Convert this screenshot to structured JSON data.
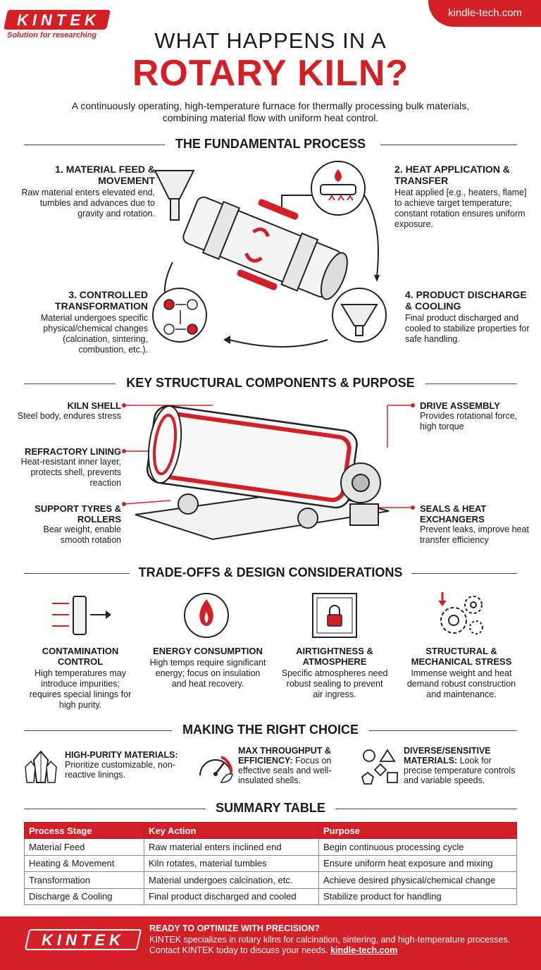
{
  "brand": {
    "logo": "KINTEK",
    "tagline": "Solution for researching",
    "site": "kindle-tech.com"
  },
  "header": {
    "title_line1": "WHAT HAPPENS IN A",
    "title_line2": "ROTARY KILN?",
    "subtitle": "A continuously operating, high-temperature furnace for thermally processing bulk materials, combining material flow with uniform heat control."
  },
  "process": {
    "heading": "THE FUNDAMENTAL PROCESS",
    "steps": [
      {
        "title": "1. MATERIAL FEED & MOVEMENT",
        "body": "Raw material enters elevated end, tumbles and advances due to gravity and rotation."
      },
      {
        "title": "2. HEAT APPLICATION & TRANSFER",
        "body": "Heat applied [e.g., heaters, flame] to achieve target temperature; constant rotation ensures uniform exposure."
      },
      {
        "title": "3. CONTROLLED TRANSFORMATION",
        "body": "Material undergoes specific physical/chemical changes (calcination, sintering, combustion, etc.)."
      },
      {
        "title": "4. PRODUCT DISCHARGE & COOLING",
        "body": "Final product discharged and cooled to stabilize properties for safe handling."
      }
    ]
  },
  "components": {
    "heading": "KEY STRUCTURAL COMPONENTS & PURPOSE",
    "items": [
      {
        "title": "KILN SHELL",
        "body": "Steel body, endures stress"
      },
      {
        "title": "REFRACTORY LINING",
        "body": "Heat-resistant inner layer, protects shell, prevents reaction"
      },
      {
        "title": "SUPPORT TYRES & ROLLERS",
        "body": "Bear weight, enable smooth rotation"
      },
      {
        "title": "DRIVE ASSEMBLY",
        "body": "Provides rotational force, high torque"
      },
      {
        "title": "SEALS & HEAT EXCHANGERS",
        "body": "Prevent leaks, improve heat transfer efficiency"
      }
    ]
  },
  "tradeoffs": {
    "heading": "TRADE-OFFS & DESIGN CONSIDERATIONS",
    "items": [
      {
        "title": "CONTAMINATION CONTROL",
        "body": "High temperatures may introduce impurities; requires special linings for high purity.",
        "icon": "contamination-icon"
      },
      {
        "title": "ENERGY CONSUMPTION",
        "body": "High temps require significant energy; focus on insulation and heat recovery.",
        "icon": "energy-flame-icon"
      },
      {
        "title": "AIRTIGHTNESS & ATMOSPHERE",
        "body": "Specific atmospheres need robust sealing to prevent air ingress.",
        "icon": "lock-icon"
      },
      {
        "title": "STRUCTURAL & MECHANICAL STRESS",
        "body": "Immense weight and heat demand robust construction and maintenance.",
        "icon": "gears-icon"
      }
    ]
  },
  "choice": {
    "heading": "MAKING THE RIGHT CHOICE",
    "items": [
      {
        "label": "HIGH-PURITY MATERIALS:",
        "text": "Prioritize customizable, non-reactive linings.",
        "icon": "crystal-icon"
      },
      {
        "label": "MAX THROUGHPUT & EFFICIENCY:",
        "text": "Focus on effective seals and well-insulated shells.",
        "icon": "gauge-icon"
      },
      {
        "label": "DIVERSE/SENSITIVE MATERIALS:",
        "text": "Look for precise temperature controls and variable speeds.",
        "icon": "shapes-icon"
      }
    ]
  },
  "summary": {
    "heading": "SUMMARY TABLE",
    "columns": [
      "Process Stage",
      "Key Action",
      "Purpose"
    ],
    "rows": [
      [
        "Material Feed",
        "Raw material enters inclined end",
        "Begin continuous processing cycle"
      ],
      [
        "Heating & Movement",
        "Kiln rotates, material tumbles",
        "Ensure uniform heat exposure and mixing"
      ],
      [
        "Transformation",
        "Material undergoes calcination, etc.",
        "Achieve desired physical/chemical change"
      ],
      [
        "Discharge & Cooling",
        "Final product discharged and cooled",
        "Stabilize product for handling"
      ]
    ]
  },
  "footer": {
    "logo": "KINTEK",
    "heading": "READY TO OPTIMIZE WITH PRECISION?",
    "body": "KINTEK specializes in rotary kilns for calcination, sintering, and high-temperature processes. Contact KINTEK today to discuss your needs.",
    "link": "kindle-tech.com"
  },
  "colors": {
    "accent": "#d32027",
    "text": "#1a1a1a"
  }
}
